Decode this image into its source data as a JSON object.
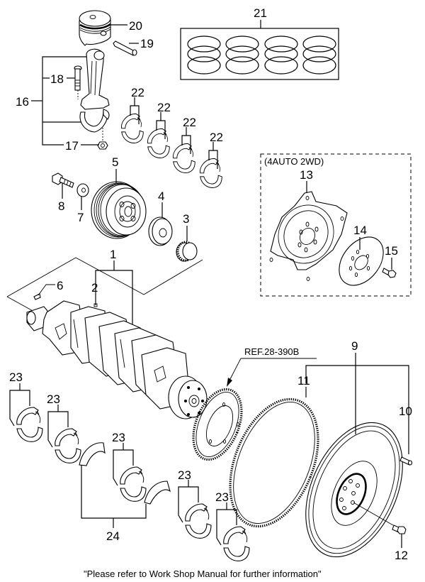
{
  "diagram": {
    "title": "Crankshaft, Piston & Flywheel Parts Diagram",
    "footer_note": "\"Please refer to Work Shop Manual for further information\"",
    "ref_label": "REF.28-390B",
    "variant_box_label": "(4AUTO 2WD)",
    "callouts": {
      "c1": "1",
      "c2": "2",
      "c3": "3",
      "c4": "4",
      "c5": "5",
      "c6": "6",
      "c7": "7",
      "c8": "8",
      "c9": "9",
      "c10": "10",
      "c11": "11",
      "c12": "12",
      "c13": "13",
      "c14": "14",
      "c15": "15",
      "c16": "16",
      "c17": "17",
      "c18": "18",
      "c19": "19",
      "c20": "20",
      "c21": "21",
      "c22a": "22",
      "c22b": "22",
      "c22c": "22",
      "c22d": "22",
      "c23a": "23",
      "c23b": "23",
      "c23c": "23",
      "c23d": "23",
      "c23e": "23",
      "c24": "24"
    },
    "parts": [
      {
        "callout": "1",
        "name": "crankshaft-assembly"
      },
      {
        "callout": "2",
        "name": "crankshaft-plug"
      },
      {
        "callout": "3",
        "name": "crankshaft-sprocket"
      },
      {
        "callout": "4",
        "name": "crankshaft-flange"
      },
      {
        "callout": "5",
        "name": "crankshaft-pulley-damper"
      },
      {
        "callout": "6",
        "name": "woodruff-key"
      },
      {
        "callout": "7",
        "name": "pulley-washer"
      },
      {
        "callout": "8",
        "name": "pulley-bolt"
      },
      {
        "callout": "9",
        "name": "flywheel-assembly"
      },
      {
        "callout": "10",
        "name": "dowel-pin"
      },
      {
        "callout": "11",
        "name": "ring-gear"
      },
      {
        "callout": "12",
        "name": "flywheel-bolt"
      },
      {
        "callout": "13",
        "name": "drive-plate"
      },
      {
        "callout": "14",
        "name": "adapter-plate"
      },
      {
        "callout": "15",
        "name": "drive-plate-bolt"
      },
      {
        "callout": "16",
        "name": "connecting-rod-assembly"
      },
      {
        "callout": "17",
        "name": "connecting-rod-nut"
      },
      {
        "callout": "18",
        "name": "connecting-rod-bolt"
      },
      {
        "callout": "19",
        "name": "piston-pin"
      },
      {
        "callout": "20",
        "name": "piston"
      },
      {
        "callout": "21",
        "name": "piston-ring-set"
      },
      {
        "callout": "22",
        "name": "connecting-rod-bearing"
      },
      {
        "callout": "23",
        "name": "main-bearing"
      },
      {
        "callout": "24",
        "name": "thrust-washer"
      }
    ]
  }
}
